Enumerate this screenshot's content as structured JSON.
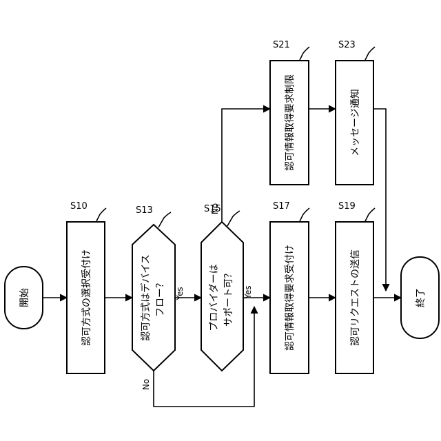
{
  "diagram": {
    "nodes": {
      "start": {
        "text": "開始"
      },
      "s10": {
        "step": "S10",
        "text": "認可方式の選択受付け"
      },
      "s13": {
        "step": "S13",
        "line1": "認可方式はデバイス",
        "line2": "フロー？"
      },
      "s15": {
        "step": "S15",
        "line1": "プロバイダーは",
        "line2": "サポート可？"
      },
      "s17": {
        "step": "S17",
        "text": "認可情報取得要求受付け"
      },
      "s19": {
        "step": "S19",
        "text": "認可リクエストの送信"
      },
      "s21": {
        "step": "S21",
        "text": "認可情報取得要求制限"
      },
      "s23": {
        "step": "S23",
        "text": "メッセージ通知"
      },
      "end": {
        "text": "終了"
      }
    },
    "branches": {
      "s13_yes": "Yes",
      "s13_no": "No",
      "s15_yes": "Yes",
      "s15_no": "No"
    }
  }
}
